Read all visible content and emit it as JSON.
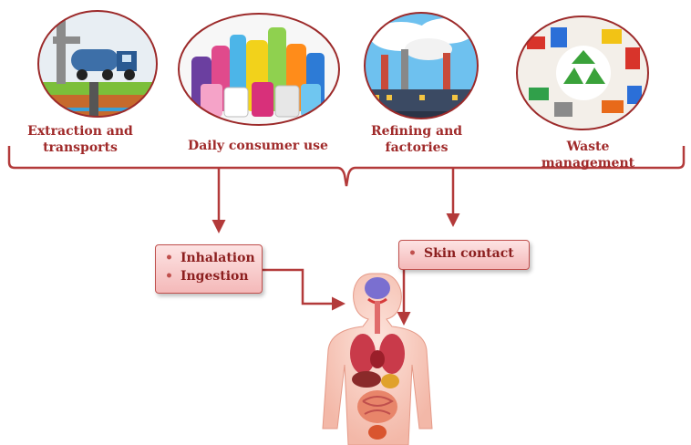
{
  "sources": [
    {
      "label_lines": [
        "Extraction and",
        "transports"
      ],
      "icon": "tanker-truck-extraction"
    },
    {
      "label_lines": [
        "Daily consumer use"
      ],
      "icon": "plastic-bottles"
    },
    {
      "label_lines": [
        "Refining and",
        "factories"
      ],
      "icon": "factory-smokestacks"
    },
    {
      "label_lines": [
        "Waste management"
      ],
      "icon": "recycling-symbol"
    }
  ],
  "routes": {
    "left": [
      "Inhalation",
      "Ingestion"
    ],
    "right": [
      "Skin contact"
    ]
  },
  "colors": {
    "accent": "#c0504d",
    "label_text": "#a02a2a",
    "box_fill": "#f4b9b9"
  },
  "human_figure": "human-anatomy-organs"
}
